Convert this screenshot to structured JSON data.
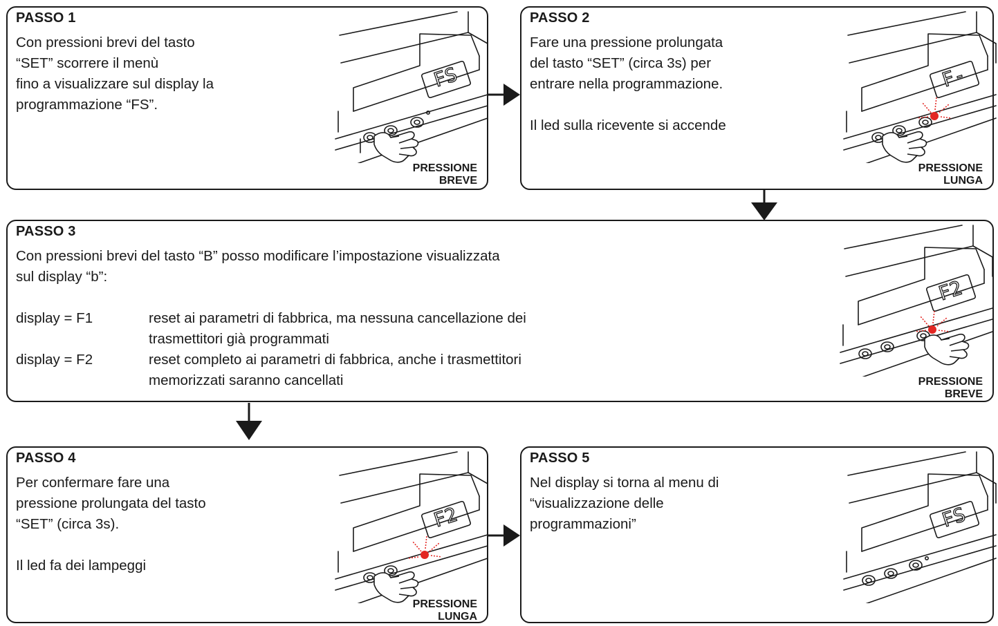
{
  "steps": [
    {
      "title": "PASSO 1",
      "lines": [
        "Con pressioni brevi del tasto",
        "“SET” scorrere il menù",
        "fino a visualizzare sul display la",
        "programmazione “FS”."
      ],
      "press": [
        "PRESSIONE",
        "BREVE"
      ],
      "display": "FS",
      "led": false
    },
    {
      "title": "PASSO 2",
      "lines": [
        "Fare una pressione prolungata",
        "del tasto “SET” (circa 3s) per",
        "entrare nella programmazione."
      ],
      "note": "Il led sulla ricevente si accende",
      "press": [
        "PRESSIONE",
        "LUNGA"
      ],
      "display": "F-",
      "led": true
    },
    {
      "title": "PASSO 3",
      "lines": [
        "Con pressioni brevi del tasto “B” posso modificare l’impostazione visualizzata",
        "sul display “b”:"
      ],
      "options": [
        {
          "key": "display = F1",
          "desc": [
            "reset ai parametri di fabbrica, ma nessuna cancellazione dei",
            "trasmettitori già programmati"
          ]
        },
        {
          "key": "display = F2",
          "desc": [
            "reset completo ai parametri di fabbrica, anche i trasmettitori",
            "memorizzati saranno cancellati"
          ]
        }
      ],
      "press": [
        "PRESSIONE",
        "BREVE"
      ],
      "display": "F2",
      "led": true
    },
    {
      "title": "PASSO 4",
      "lines": [
        "Per confermare fare una",
        "pressione prolungata del tasto",
        "“SET” (circa 3s)."
      ],
      "note": "Il led fa dei lampeggi",
      "press": [
        "PRESSIONE",
        "LUNGA"
      ],
      "display": "F2",
      "led": true
    },
    {
      "title": "PASSO 5",
      "lines": [
        "Nel display si torna al menu di",
        "“visualizzazione delle",
        "programmazioni”"
      ],
      "display": "FS",
      "led": false
    }
  ],
  "colors": {
    "ink": "#1a1a1a",
    "led": "#e32622"
  }
}
